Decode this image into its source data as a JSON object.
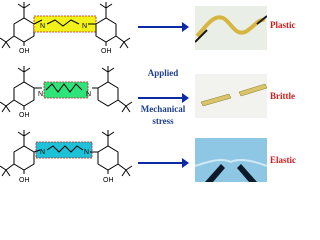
{
  "rows": [
    {
      "label": "Plastic",
      "highlight_color": "#f0f21a",
      "linker_atoms": [
        "N",
        "N"
      ],
      "hydroxyl": "OH",
      "photo_bg": "#e9eee6",
      "photo_object_color": "#d6b640"
    },
    {
      "label": "Brittle",
      "highlight_color": "#2ee47a",
      "linker_atoms": [
        "N",
        "N"
      ],
      "hydroxyl": "OH",
      "photo_bg": "#f2f2ee",
      "photo_object_color": "#d9c46a"
    },
    {
      "label": "Elastic",
      "highlight_color": "#1ec2d8",
      "linker_atoms": [
        "N",
        "N"
      ],
      "hydroxyl": "OH",
      "photo_bg": "#8ec7e4",
      "photo_object_color": "#0d1a2a"
    }
  ],
  "center_caption": {
    "line1": "Applied",
    "line2": "Mechanical",
    "line3": "stress"
  },
  "colors": {
    "arrow": "#0d2aa5",
    "label": "#d11a1a",
    "caption": "#1f3f8f",
    "highlight_box_border": "#d11a1a"
  }
}
